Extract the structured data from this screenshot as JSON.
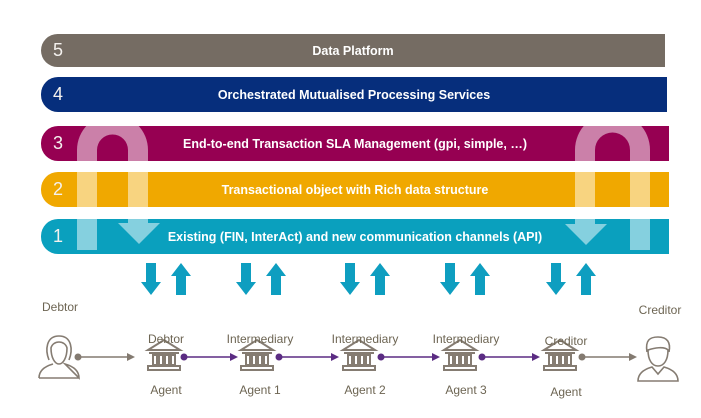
{
  "colors": {
    "layer_5": "#756c63",
    "layer_4": "#062e7c",
    "layer_3": "#960052",
    "layer_2": "#f0a800",
    "layer_1": "#0aa0be",
    "loop_overlay": "#ffffff",
    "io_arrow": "#0e9ec0",
    "label_text": "#6d6553",
    "icon_stroke": "#857c72",
    "party_line": "#837a70",
    "agent_line": "#5b2c83"
  },
  "layers": [
    {
      "number": "5",
      "label": "Data Platform"
    },
    {
      "number": "4",
      "label": "Orchestrated Mutualised Processing Services"
    },
    {
      "number": "3",
      "label": "End-to-end Transaction SLA Management (gpi, simple, …)"
    },
    {
      "number": "2",
      "label": "Transactional object with Rich data structure"
    },
    {
      "number": "1",
      "label": "Existing (FIN, InterAct) and new communication channels (API)"
    }
  ],
  "parties": {
    "debtor": {
      "label": "Debtor",
      "icon": "woman-user-icon"
    },
    "creditor": {
      "label": "Creditor",
      "icon": "man-user-icon"
    }
  },
  "agents": [
    {
      "line1": "Debtor",
      "line2": "Agent",
      "icon": "bank-icon"
    },
    {
      "line1": "Intermediary",
      "line2": "Agent 1",
      "icon": "bank-icon"
    },
    {
      "line1": "Intermediary",
      "line2": "Agent 2",
      "icon": "bank-icon"
    },
    {
      "line1": "Intermediary",
      "line2": "Agent 3",
      "icon": "bank-icon"
    },
    {
      "line1": "Creditor",
      "line2": "Agent",
      "icon": "bank-icon"
    }
  ]
}
